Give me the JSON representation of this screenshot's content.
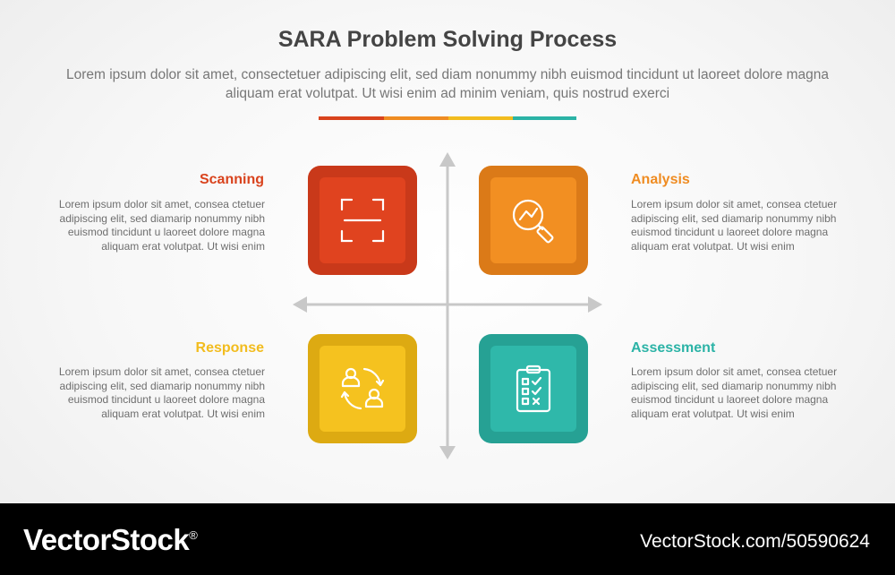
{
  "title": "SARA Problem Solving Process",
  "subtitle": "Lorem ipsum dolor sit amet, consectetuer adipiscing elit, sed diam nonummy nibh euismod tincidunt ut laoreet dolore magna aliquam erat volutpat. Ut wisi enim ad minim veniam, quis nostrud exerci",
  "steps": [
    {
      "heading": "Scanning",
      "text": "Lorem ipsum dolor sit amet, consea ctetuer adipiscing elit, sed diamarip nonummy nibh euismod tincidunt u laoreet dolore magna aliquam erat volutpat. Ut wisi enim",
      "color": "#e0431f",
      "icon": "scan-frame-icon"
    },
    {
      "heading": "Analysis",
      "text": "Lorem ipsum dolor sit amet, consea ctetuer adipiscing elit, sed diamarip nonummy nibh euismod tincidunt u laoreet dolore magna aliquam erat volutpat. Ut wisi enim",
      "color": "#ef8c22",
      "icon": "magnifier-analytics-icon"
    },
    {
      "heading": "Response",
      "text": "Lorem ipsum dolor sit amet, consea ctetuer adipiscing elit, sed diamarip nonummy nibh euismod tincidunt u laoreet dolore magna aliquam erat volutpat. Ut wisi enim",
      "color": "#f2bc1e",
      "icon": "people-exchange-icon"
    },
    {
      "heading": "Assessment",
      "text": "Lorem ipsum dolor sit amet, consea ctetuer adipiscing elit, sed diamarip nonummy nibh euismod tincidunt u laoreet dolore magna aliquam erat volutpat. Ut wisi enim",
      "color": "#2bb3a6",
      "icon": "checklist-clipboard-icon"
    }
  ],
  "watermark": {
    "brand": "VectorStock",
    "brand_mark": "®",
    "image_id": "VectorStock.com/50590624"
  }
}
